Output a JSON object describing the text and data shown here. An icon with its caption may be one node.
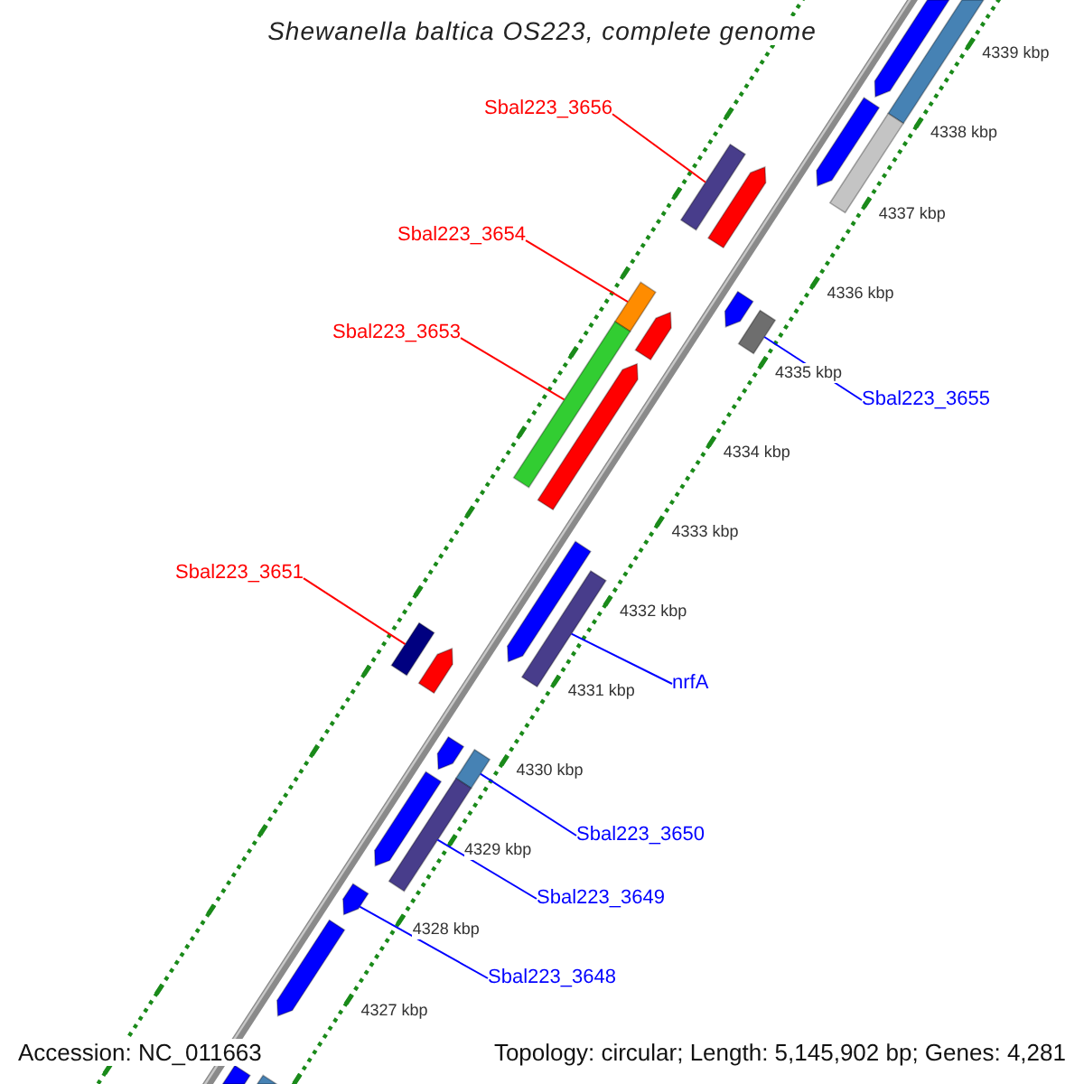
{
  "diagram": {
    "title": "Shewanella baltica OS223, complete genome",
    "nodes": [
      {
        "text": [
          "Sbal223_3656"
        ]
      },
      {
        "text": [],
        "shape": "bar"
      },
      {
        "text": [
          "Sbal223_3654"
        ]
      },
      {
        "text": [],
        "shape": "bar"
      },
      {
        "text": [
          "Sbal223_3653"
        ]
      },
      {
        "text": [],
        "shape": "bar"
      },
      {
        "text": [
          "Sbal223_3655"
        ]
      },
      {
        "text": [],
        "shape": "bar"
      },
      {
        "text": [
          "Sbal223_3651"
        ]
      },
      {
        "text": [],
        "shape": "bar"
      },
      {
        "text": [
          "nrfA"
        ]
      },
      {
        "text": [],
        "shape": "bar"
      },
      {
        "text": [
          "Sbal223_3650"
        ]
      },
      {
        "text": [],
        "shape": "bar"
      },
      {
        "text": [
          "Sbal223_3649"
        ]
      },
      {
        "text": [],
        "shape": "bar"
      },
      {
        "text": [
          "Sbal223_3648"
        ]
      },
      {
        "text": [],
        "shape": "arrow"
      },
      {
        "text": [],
        "shape": "arrow"
      },
      {
        "text": [],
        "shape": "bar"
      },
      {
        "text": [],
        "shape": "arrow"
      },
      {
        "text": [],
        "shape": "bar"
      },
      {
        "text": [],
        "shape": "arrow"
      },
      {
        "text": [],
        "shape": "arrow"
      },
      {
        "text": [],
        "shape": "arrow"
      },
      {
        "text": [],
        "shape": "arrow"
      },
      {
        "text": [],
        "shape": "arrow"
      },
      {
        "text": [],
        "shape": "arrow"
      },
      {
        "text": [],
        "shape": "arrow"
      },
      {
        "text": [],
        "shape": "arrow"
      },
      {
        "text": [],
        "shape": "arrow"
      },
      {
        "text": [],
        "shape": "arrow"
      },
      {
        "text": [],
        "shape": "bar"
      }
    ],
    "edges": [
      {
        "from": 0,
        "to": 1,
        "arrow": "none",
        "color": "#ff0000"
      },
      {
        "from": 2,
        "to": 3,
        "arrow": "none",
        "color": "#ff0000"
      },
      {
        "from": 4,
        "to": 5,
        "arrow": "none",
        "color": "#ff0000"
      },
      {
        "from": 6,
        "to": 7,
        "arrow": "none"
      },
      {
        "from": 8,
        "to": 9,
        "arrow": "none",
        "color": "#ff0000"
      },
      {
        "from": 10,
        "to": 11,
        "arrow": "none"
      },
      {
        "from": 12,
        "to": 13,
        "arrow": "none"
      },
      {
        "from": 14,
        "to": 15,
        "arrow": "none"
      },
      {
        "from": 16,
        "to": 17,
        "arrow": "none"
      }
    ],
    "labels": [
      "4339 kbp",
      "4338 kbp",
      "4337 kbp",
      "4336 kbp",
      "4335 kbp",
      "4334 kbp",
      "4333 kbp",
      "4332 kbp",
      "4331 kbp",
      "4330 kbp",
      "4329 kbp",
      "4328 kbp",
      "4327 kbp",
      "Accession: NC_011663",
      "Topology: circular; Length: 5,145,902 bp; Genes: 4,281"
    ]
  }
}
